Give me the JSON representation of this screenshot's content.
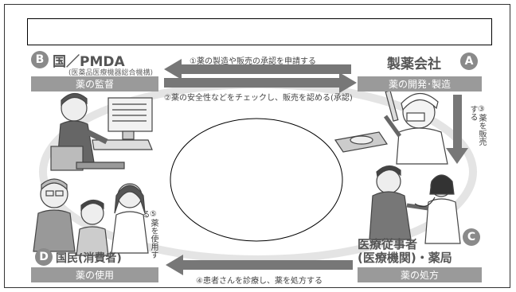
{
  "title_box": "",
  "actors": {
    "b": {
      "letter": "B",
      "name": "国／PMDA",
      "sub": "(医薬品医療機器総合機構)",
      "role": "薬の監督"
    },
    "a": {
      "letter": "A",
      "name": "製薬会社",
      "role": "薬の開発･製造"
    },
    "c": {
      "letter": "C",
      "name": "医療従事者\n(医療機関)・薬局",
      "role": "薬の処方"
    },
    "d": {
      "letter": "D",
      "name": "国民(消費者)",
      "role": "薬の使用"
    }
  },
  "flows": {
    "f1": "①薬の製造や販売の承認を申請する",
    "f2": "②薬の安全性などをチェックし、販売を認める(承認)",
    "f3": "③薬を販売する",
    "f4": "④患者さんを診療し、薬を処方する",
    "f5": "⑤薬を使用する"
  },
  "colors": {
    "role_bar": "#9a9a9a",
    "arrow": "#777777",
    "badge": "#8a8a8a"
  }
}
